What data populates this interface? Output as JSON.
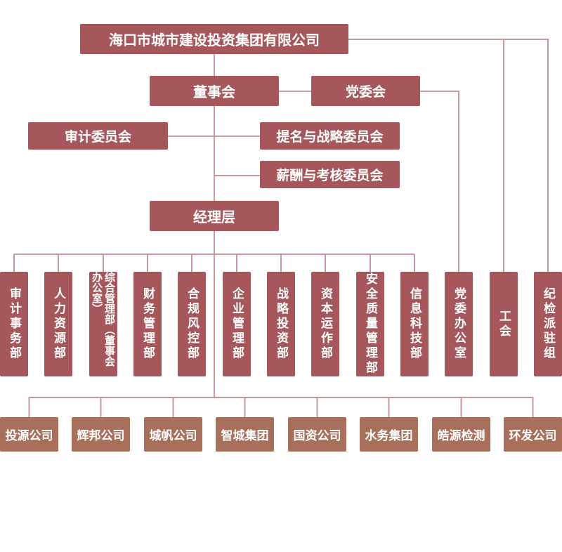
{
  "top": "海口市城市建设投资集团有限公司",
  "board": "董事会",
  "party_committee": "党委会",
  "audit_committee": "审计委员会",
  "nomination_committee": "提名与战略委员会",
  "compensation_committee": "薪酬与考核委员会",
  "management": "经理层",
  "departments": [
    "审计事务部",
    "人力资源部",
    "综合管理部（董事会办公室）",
    "财务管理部",
    "合规风控部",
    "企业管理部",
    "战略投资部",
    "资本运作部",
    "安全质量管理部",
    "信息科技部",
    "党委办公室",
    "工会",
    "纪检派驻组"
  ],
  "companies": [
    "投源公司",
    "辉邦公司",
    "城帆公司",
    "智城集团",
    "国资公司",
    "水务集团",
    "皓源检测",
    "环发公司"
  ],
  "colors": {
    "box": "#a5575b",
    "company": "#a86f5a",
    "line": "#c8979a"
  }
}
